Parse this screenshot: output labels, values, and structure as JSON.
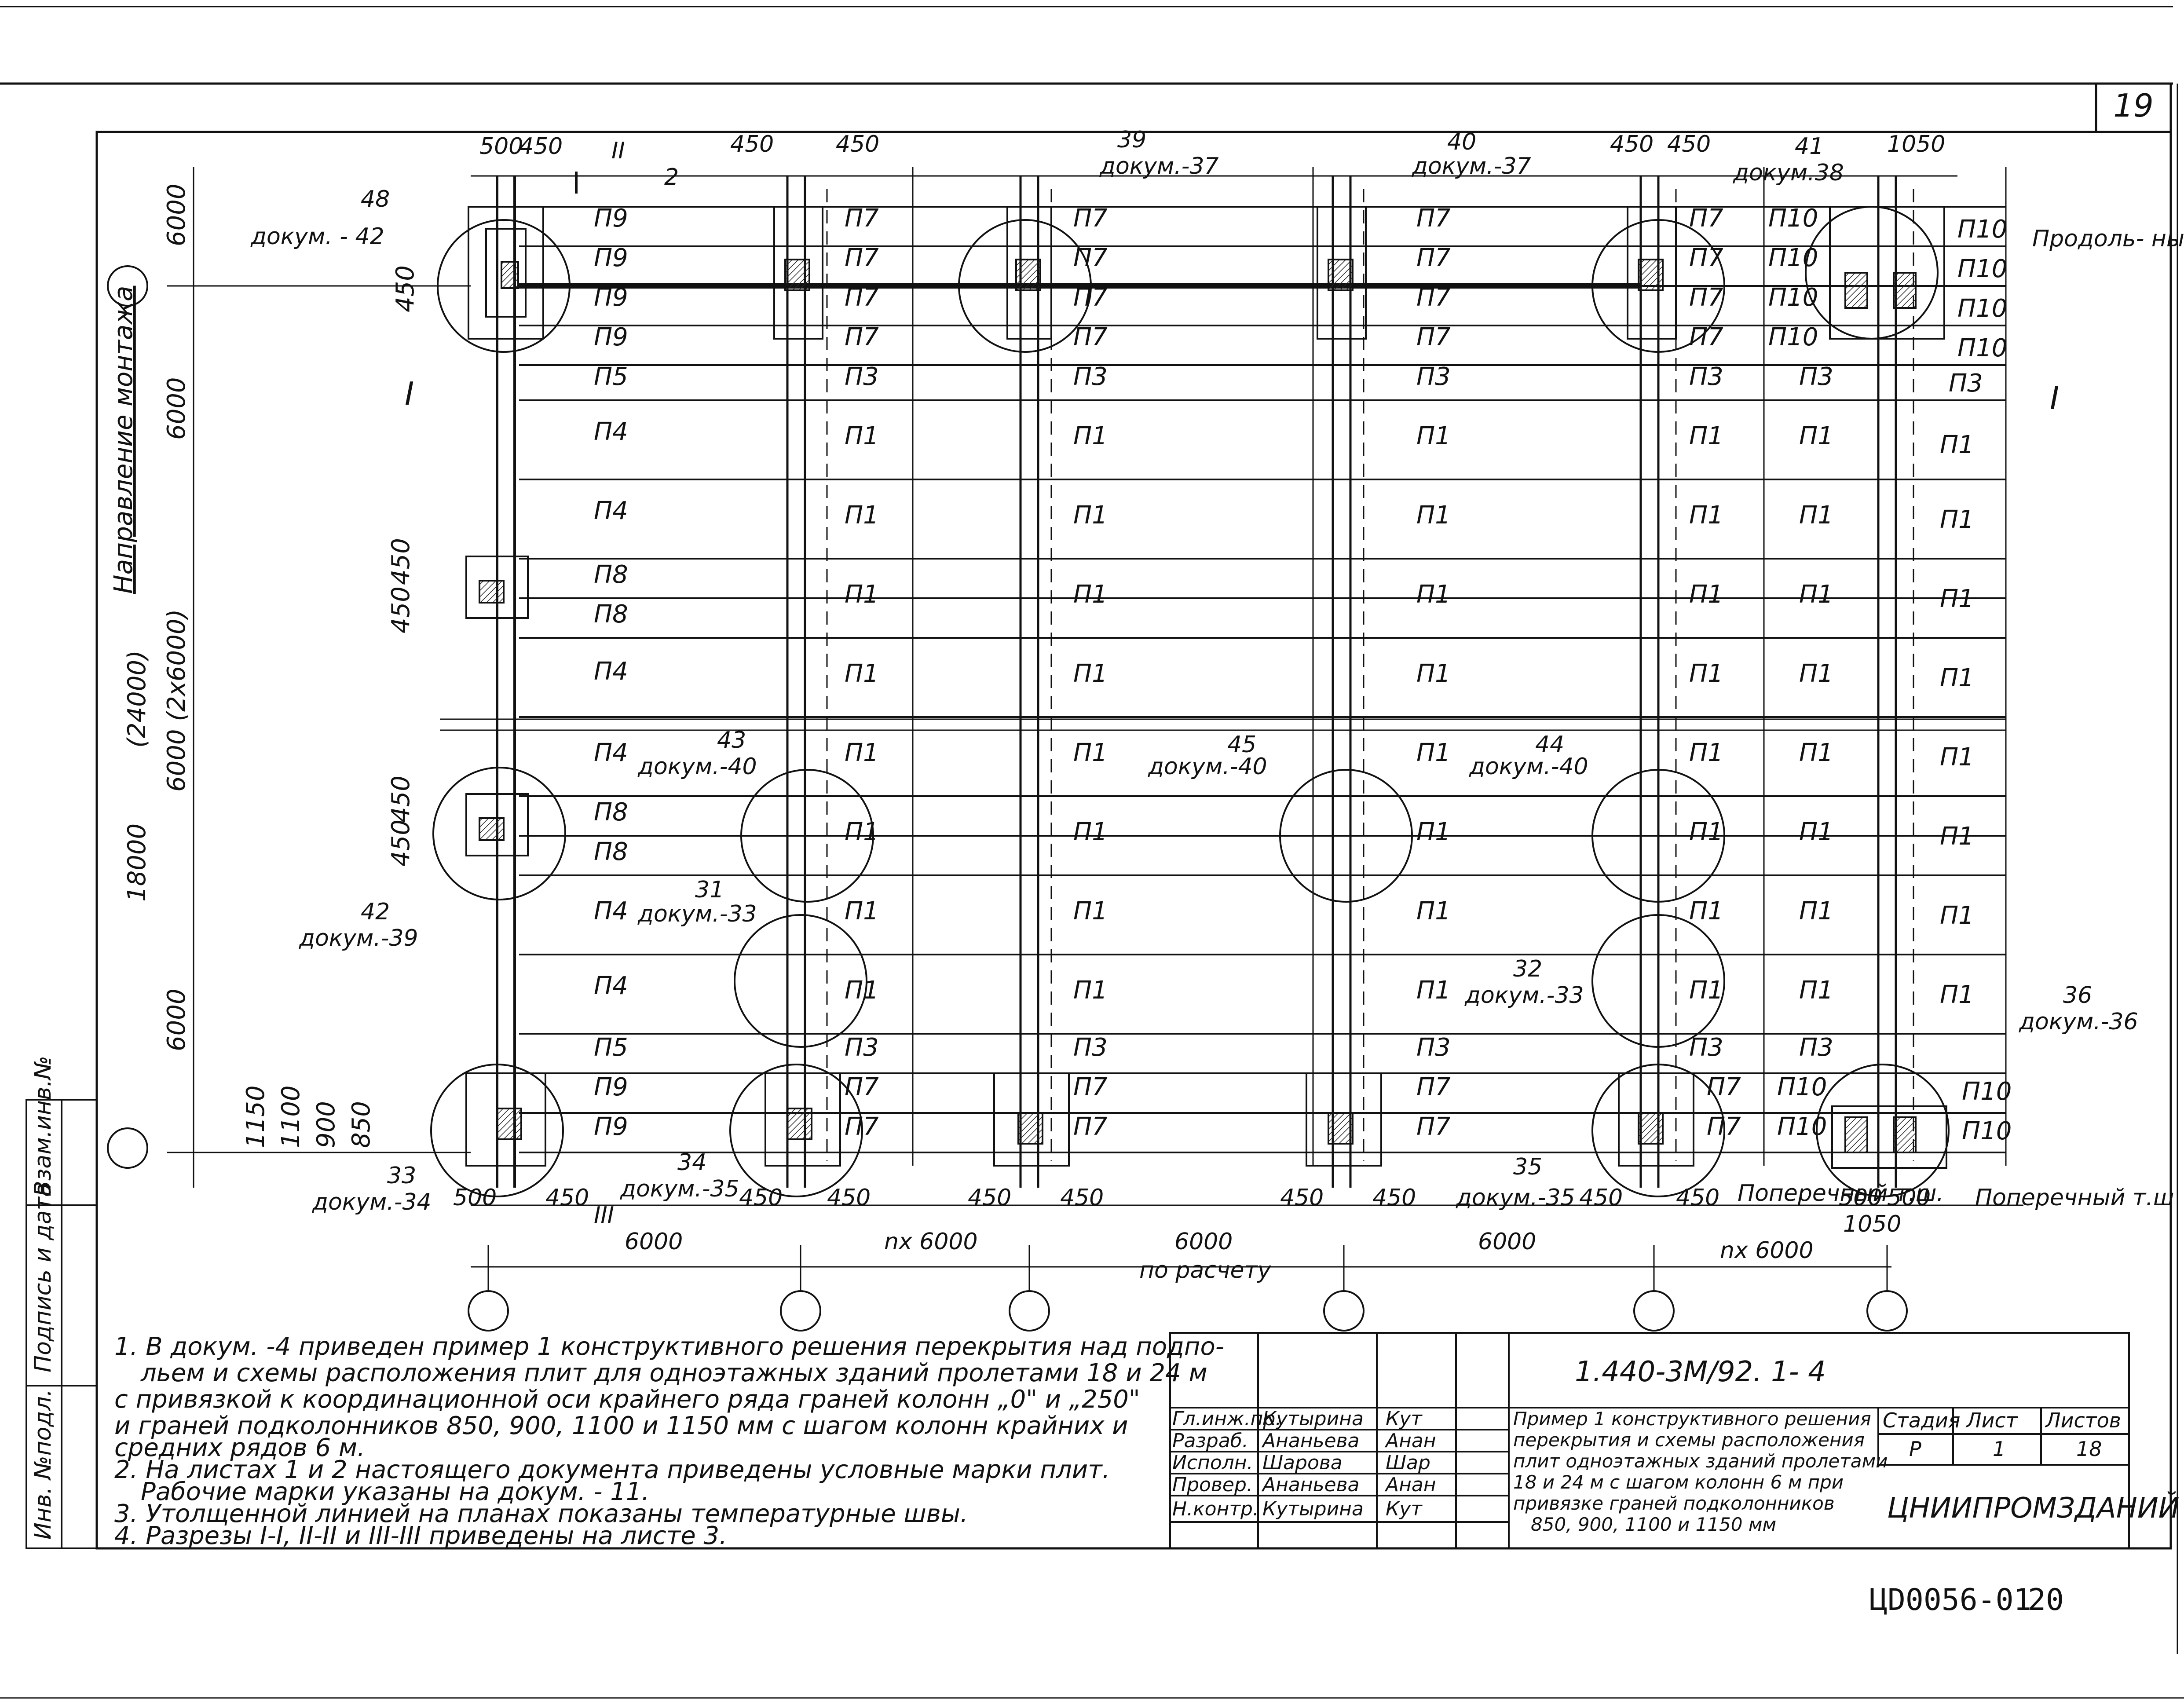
{
  "sheet": {
    "sheet_corner_number": "19",
    "document_code": "1.440-3М/92. 1- 4",
    "archive_code": "ЦD0056-01",
    "archive_page": "20",
    "organization": "ЦНИИПРОМЗДАНИЙ"
  },
  "side_stamp": {
    "labels": [
      "Инв. №подл.",
      "Подпись и дата",
      "Взам.инв.№"
    ]
  },
  "montage": {
    "direction_label": "Направление монтажа",
    "longitudinal_joint": "Продоль- ный т.ш.",
    "transverse_joint_a": "Поперечный т.ш.",
    "transverse_joint_b": "Поперечный т.ш",
    "section_i_left": "I",
    "section_i_right": "I",
    "section_ii": "II",
    "section_iii": "III"
  },
  "left_dims": {
    "top": "6000",
    "mid": "6000",
    "lower": "6000",
    "span18": "18000",
    "span24": "(24000)",
    "span_calc": "6000 (2х6000)",
    "d450a": "450",
    "d450b": "450",
    "d450c": "450",
    "d450d": "450",
    "d450e": "450",
    "d1150": "1150",
    "d1100": "1100",
    "d900": "900",
    "d850": "850"
  },
  "top_dims": {
    "t500": "500",
    "t450a": "450",
    "t450b": "450",
    "t450c": "450",
    "t450d": "450",
    "t450e": "450",
    "t1050": "1050",
    "break": "2"
  },
  "bottom_dims": {
    "b500a": "500",
    "b450a": "450",
    "b450b": "450",
    "b450c": "450",
    "b450d": "450",
    "b450e": "450",
    "b450f": "450",
    "b450g": "450",
    "b450h": "450",
    "b450i": "450",
    "b500b": "500",
    "b500c": "500",
    "b1050": "1050",
    "s1": "6000",
    "s2": "nх 6000",
    "s3": "6000",
    "s3b": "по расчету",
    "s4": "6000",
    "s5": "nх 6000"
  },
  "callouts": [
    {
      "num": "48",
      "doc": "докум. - 42"
    },
    {
      "num": "39",
      "doc": "докум.-37"
    },
    {
      "num": "40",
      "doc": "докум.-37"
    },
    {
      "num": "41",
      "doc": "докум.38"
    },
    {
      "num": "43",
      "doc": "докум.-40"
    },
    {
      "num": "45",
      "doc": "докум.-40"
    },
    {
      "num": "44",
      "doc": "докум.-40"
    },
    {
      "num": "31",
      "doc": "докум.-33"
    },
    {
      "num": "32",
      "doc": "докум.-33"
    },
    {
      "num": "42",
      "doc": "докум.-39"
    },
    {
      "num": "33",
      "doc": "докум.-34"
    },
    {
      "num": "34",
      "doc": "докум.-35"
    },
    {
      "num": "35",
      "doc": "докум.-35"
    },
    {
      "num": "36",
      "doc": "докум.-36"
    }
  ],
  "slab_marks": {
    "a": "П9",
    "b": "П9",
    "c": "П9",
    "d": "П9",
    "e": "П5",
    "f": "П4",
    "g": "П4",
    "h": "П8",
    "i": "П8",
    "j": "П4",
    "k": "П4",
    "l": "П8",
    "m": "П8",
    "n": "П4",
    "o": "П4",
    "p": "П5",
    "q": "П9",
    "r": "П9",
    "c2a": "П7",
    "c2b": "П7",
    "c2c": "П7",
    "c2d": "П7",
    "c2e": "П3",
    "c2f": "П1",
    "c2g": "П1",
    "c2h": "П1",
    "c2i": "П1",
    "c2j": "П1",
    "c2k": "П1",
    "c2l": "П1",
    "c2m": "П1",
    "c2n": "П3",
    "c2o": "П7",
    "c2p": "П7",
    "c3a": "П7",
    "c3b": "П7",
    "c3c": "П7",
    "c3d": "П7",
    "c3e": "П3",
    "c3f": "П1",
    "c3g": "П1",
    "c3h": "П1",
    "c3i": "П1",
    "c3j": "П1",
    "c3k": "П1",
    "c3l": "П1",
    "c3m": "П1",
    "c3n": "П3",
    "c3o": "П7",
    "c3p": "П7",
    "c4a": "П7",
    "c4b": "П7",
    "c4c": "П7",
    "c4d": "П7",
    "c4e": "П3",
    "c4f": "П1",
    "c4g": "П1",
    "c4h": "П1",
    "c4i": "П1",
    "c4j": "П1",
    "c4k": "П1",
    "c4l": "П1",
    "c4m": "П1",
    "c4n": "П3",
    "c4o": "П7",
    "c4p": "П7",
    "c5a": "П7",
    "c5b": "П7",
    "c5c": "П7",
    "c5d": "П7",
    "c5e": "П3",
    "c5f": "П1",
    "c5g": "П1",
    "c5h": "П1",
    "c5i": "П1",
    "c5j": "П1",
    "c5k": "П1",
    "c5l": "П1",
    "c5m": "П1",
    "c5n": "П3",
    "c5o": "П7",
    "c5p": "П7",
    "c6a": "П10",
    "c6b": "П10",
    "c6c": "П10",
    "c6d": "П10",
    "c6e": "П3",
    "c6f": "П1",
    "c6g": "П1",
    "c6h": "П1",
    "c6i": "П1",
    "c6j": "П1",
    "c6k": "П1",
    "c6l": "П1",
    "c6m": "П1",
    "c6n": "П3",
    "c6o": "П10",
    "c6p": "П10",
    "c7a": "П10",
    "c7b": "П10",
    "c7c": "П10",
    "c7d": "П10",
    "c7e": "П3",
    "c7f": "П1",
    "c7g": "П1",
    "c7h": "П1",
    "c7i": "П1",
    "c7j": "П1",
    "c7k": "П1",
    "c7l": "П1",
    "c7m": "П1",
    "c7n": "П10",
    "c7o": "П10"
  },
  "notes": [
    "1. В докум. -4 приведен пример 1 конструктивного решения перекрытия над подпо-",
    "льем и схемы расположения плит для одноэтажных зданий пролетами 18 и 24 м",
    "с привязкой к координационной оси крайнего ряда граней колонн „0\" и „250\"",
    "и граней подколонников 850, 900, 1100 и 1150 мм с шагом колонн крайних   и",
    "средних рядов 6 м.",
    "2. На листах 1 и 2 настоящего документа приведены условные марки плит.",
    "Рабочие марки указаны на докум. - 11.",
    "3. Утолщенной линией на планах показаны температурные швы.",
    "4. Разрезы I-I, II-II и III-III приведены на листе 3."
  ],
  "title_block": {
    "roles": [
      "Гл.инж.пр.",
      "Разраб.",
      "Исполн.",
      "Провер.",
      "Н.контр."
    ],
    "names": [
      "Кутырина",
      "Ананьева",
      "Шарова",
      "Ананьева",
      "Кутырина"
    ],
    "signatures": [
      "Кут",
      "Анан",
      "Шар",
      "Анан",
      "Кут"
    ],
    "title_lines": [
      "Пример 1 конструктивного решения",
      "перекрытия и схемы расположения",
      "плит одноэтажных зданий пролетами",
      "18 и 24 м с шагом колонн 6 м при",
      "привязке граней подколонников",
      "850, 900, 1100 и 1150 мм"
    ],
    "stage_label": "Стадия",
    "sheet_label": "Лист",
    "sheets_label": "Листов",
    "stage": "Р",
    "sheet": "1",
    "sheets": "18"
  }
}
